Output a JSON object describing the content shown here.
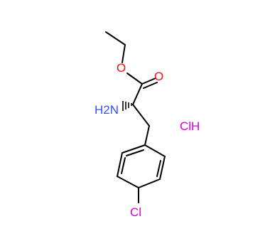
{
  "molecule": {
    "atoms": {
      "ester_oxygen": "O",
      "carbonyl_oxygen": "O",
      "amine": "H2N",
      "chlorine": "Cl",
      "salt": "ClH"
    },
    "colors": {
      "bond": "#000000",
      "oxygen": "#ff0d0d",
      "nitrogen": "#3050f8",
      "chlorine": "#d800d8"
    }
  }
}
